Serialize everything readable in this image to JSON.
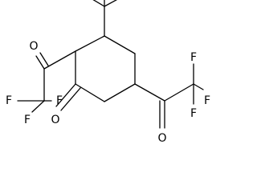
{
  "diagram": {
    "kind": "skeletal-formula",
    "colors": {
      "background": "#ffffff",
      "ink": "#000000"
    },
    "atoms": {
      "o_left": "O",
      "o_ring": "O",
      "o_right": "O",
      "f_left_1": "F",
      "f_left_2": "F",
      "f_left_3": "F",
      "f_right_1": "F",
      "f_right_2": "F",
      "f_right_3": "F"
    }
  }
}
